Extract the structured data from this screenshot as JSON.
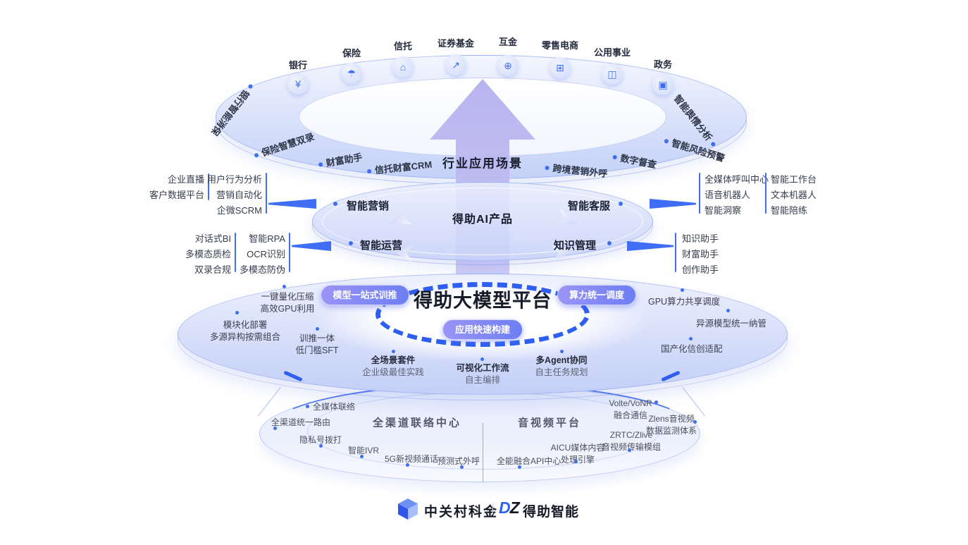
{
  "industry_layer": {
    "title": "行业应用场景",
    "industries": [
      {
        "label": "银行",
        "glyph": "¥"
      },
      {
        "label": "保险",
        "glyph": "☂"
      },
      {
        "label": "信托",
        "glyph": "⌂"
      },
      {
        "label": "证券基金",
        "glyph": "↗"
      },
      {
        "label": "互金",
        "glyph": "⊕"
      },
      {
        "label": "零售电商",
        "glyph": "⊞"
      },
      {
        "label": "公用事业",
        "glyph": "◫"
      },
      {
        "label": "政务",
        "glyph": "▣"
      }
    ],
    "rim_left_rotated": "银行智能消保",
    "rim_items": [
      "保险智慧双录",
      "财富助手",
      "信托财富CRM",
      "跨境营销外呼",
      "数字督查",
      "智能风险预警"
    ],
    "rim_right_rotated": "智能舆情分析"
  },
  "ai_layer": {
    "title": "得助AI产品",
    "categories": [
      "智能营销",
      "智能客服",
      "智能运营",
      "知识管理"
    ],
    "marketing": {
      "col1": [
        "企业直播",
        "客户数据平台"
      ],
      "col2": [
        "用户行为分析",
        "营销自动化",
        "企微SCRM"
      ]
    },
    "service": {
      "col1": [
        "全媒体呼叫中心",
        "语音机器人",
        "智能洞察"
      ],
      "col2": [
        "智能工作台",
        "文本机器人",
        "智能陪练"
      ]
    },
    "operations": {
      "col1": [
        "对话式BI",
        "多模态质检",
        "双录合规"
      ],
      "col2": [
        "智能RPA",
        "OCR识别",
        "多模态防伪"
      ]
    },
    "knowledge": {
      "col1": [
        "知识助手",
        "财富助手",
        "创作助手"
      ]
    }
  },
  "platform_layer": {
    "title": "得助大模型平台",
    "pills": [
      "模型一站式训推",
      "算力统一调度",
      "应用快速构建"
    ],
    "left_features": [
      [
        "一键量化压缩",
        "高效GPU利用"
      ],
      [
        "模块化部署",
        "多源异构按需组合"
      ],
      [
        "训推一体",
        "低门槛SFT"
      ]
    ],
    "right_features": [
      "GPU算力共享调度",
      "异源模型统一纳管",
      "国产化信创适配"
    ],
    "bottom_features": [
      [
        "全场景套件",
        "企业级最佳实践"
      ],
      [
        "可视化工作流",
        "自主编排"
      ],
      [
        "多Agent协同",
        "自主任务规划"
      ]
    ]
  },
  "infra_layer": {
    "contact_center": {
      "title": "全渠道联络中心",
      "items": [
        "全媒体联络",
        "全渠道统一路由",
        "隐私号拨打",
        "智能IVR",
        "5G新视频通话",
        "预测式外呼"
      ]
    },
    "av_platform": {
      "title": "音视频平台",
      "items": [
        [
          "Volte/VoNR",
          "融合通信"
        ],
        [
          "Zlens音视频",
          "数据监测体系"
        ],
        [
          "ZRTC/Zlive",
          "音视频传输模组"
        ],
        [
          "AICU媒体内容",
          "处理引擎"
        ],
        [
          "全能融合API中心"
        ]
      ]
    }
  },
  "footer": {
    "company": "中关村科金",
    "brand_mark": "DZ",
    "brand": "得助智能"
  },
  "colors": {
    "accent": "#2e5ff0",
    "dot": "#3f6df4",
    "arrow_purple": "#b7b3ee",
    "pill_start": "#9a94f6",
    "pill_end": "#6d7ef3"
  }
}
